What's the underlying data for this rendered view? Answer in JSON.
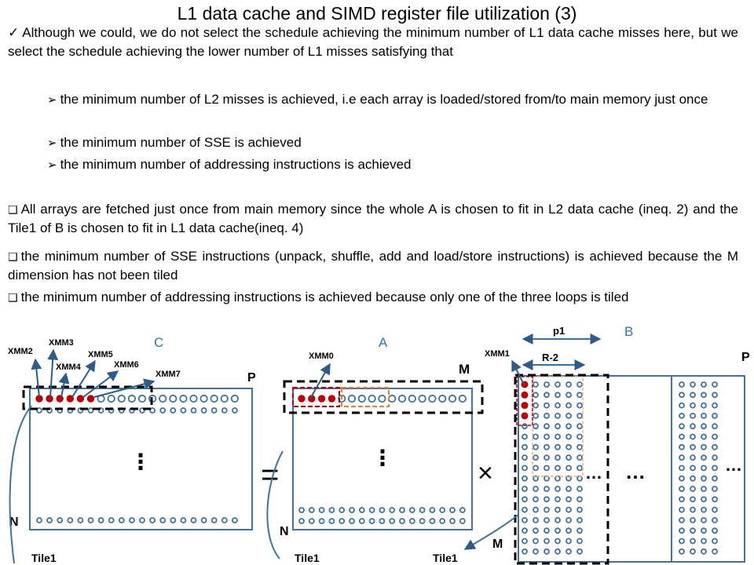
{
  "title": "L1 data cache and SIMD register file utilization (3)",
  "bullets": {
    "check_glyph": "✓",
    "arrow_glyph": "➢",
    "box_glyph": "❑"
  },
  "text": {
    "intro": "Although we could, we do not select the schedule achieving the minimum number of L1 data cache misses here, but we select the schedule achieving the lower number of L1 misses satisfying that",
    "sub1": "the minimum number of L2 misses is achieved, i.e each array is loaded/stored from/to main memory just once",
    "sub2": "the minimum number of SSE is achieved",
    "sub3": "the minimum number of addressing instructions is achieved",
    "point1": "All arrays are fetched just once from main memory since the whole A is chosen to fit in L2 data cache (ineq. 2) and the Tile1 of B is chosen to fit in L1 data cache(ineq. 4)",
    "point2": "the minimum number of SSE instructions (unpack, shuffle, add and load/store instructions) is achieved because the M dimension has not been tiled",
    "point3": "the minimum number of addressing instructions is achieved because only one of the three loops is tiled"
  },
  "figure": {
    "matrix_c": {
      "name": "C",
      "col_label": "P",
      "row_label": "N",
      "tile_label": "Tile1",
      "registers": [
        "XMM2",
        "XMM3",
        "XMM5",
        "XMM4",
        "XMM6",
        "XMM7"
      ]
    },
    "matrix_a": {
      "name": "A",
      "col_label": "M",
      "row_label": "N",
      "tile_label": "Tile1",
      "register": "XMM0"
    },
    "matrix_b": {
      "name": "B",
      "col_label": "P",
      "row_label": "M",
      "tile_label": "Tile1",
      "register": "XMM1",
      "dim_p1": "p1",
      "dim_r2": "R-2"
    },
    "equals": "=",
    "times": "×",
    "vdots": "⋮",
    "hdots": "…",
    "colors": {
      "blue": "#41719c",
      "red": "#c00000",
      "orange": "#f4b183",
      "dash": "#000000"
    }
  }
}
